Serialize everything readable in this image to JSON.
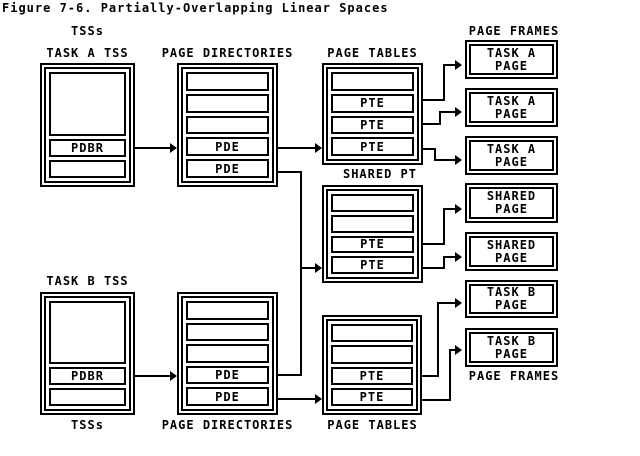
{
  "title": "Figure 7-6. Partially-Overlapping Linear Spaces",
  "column_labels": {
    "tsss_top": "TSSs",
    "task_a_tss": "TASK A TSS",
    "page_directories_top": "PAGE DIRECTORIES",
    "page_tables_top": "PAGE TABLES",
    "page_frames_top": "PAGE FRAMES",
    "shared_pt": "SHARED PT",
    "task_b_tss": "TASK B TSS",
    "tsss_bottom": "TSSs",
    "page_directories_bottom": "PAGE DIRECTORIES",
    "page_tables_bottom": "PAGE TABLES",
    "page_frames_bottom": "PAGE FRAMES"
  },
  "boxes": {
    "task_a_tss": {
      "pdbr": "PDBR"
    },
    "task_b_tss": {
      "pdbr": "PDBR"
    },
    "page_directory_a": {
      "rows": [
        "",
        "",
        "",
        "PDE",
        "PDE"
      ]
    },
    "page_directory_b": {
      "rows": [
        "",
        "",
        "",
        "PDE",
        "PDE"
      ]
    },
    "page_table_a": {
      "rows": [
        "",
        "PTE",
        "PTE",
        "PTE"
      ]
    },
    "shared_page_table": {
      "rows": [
        "",
        "",
        "PTE",
        "PTE"
      ]
    },
    "page_table_b": {
      "rows": [
        "",
        "",
        "PTE",
        "PTE"
      ]
    }
  },
  "page_frames": [
    {
      "line1": "TASK A",
      "line2": "PAGE"
    },
    {
      "line1": "TASK A",
      "line2": "PAGE"
    },
    {
      "line1": "TASK A",
      "line2": "PAGE"
    },
    {
      "line1": "SHARED",
      "line2": "PAGE"
    },
    {
      "line1": "SHARED",
      "line2": "PAGE"
    },
    {
      "line1": "TASK B",
      "line2": "PAGE"
    },
    {
      "line1": "TASK B",
      "line2": "PAGE"
    }
  ],
  "colors": {
    "ink": "#000000",
    "background": "#ffffff"
  }
}
